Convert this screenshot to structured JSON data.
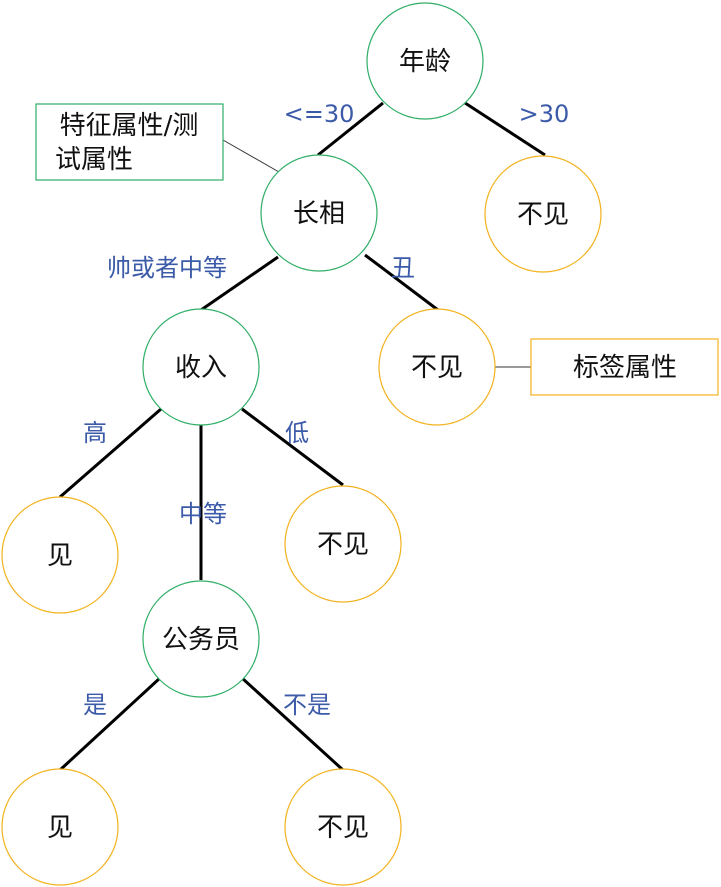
{
  "colors": {
    "feature_node_stroke": "#2fae67",
    "label_node_stroke": "#f2b21e",
    "edge": "#000000",
    "edge_label": "#3b5aa8",
    "callout_feature_stroke": "#2fae67",
    "callout_label_stroke": "#f2b21e",
    "callout_line": "#333333"
  },
  "nodes": {
    "age": "年龄",
    "looks": "长相",
    "not_see_age": "不见",
    "income": "收入",
    "not_see_looks": "不见",
    "see_income": "见",
    "not_see_income": "不见",
    "civil_servant": "公务员",
    "see_civil": "见",
    "not_see_civil": "不见"
  },
  "edges": {
    "age_le30": "<=30",
    "age_gt30": ">30",
    "looks_good": "帅或者中等",
    "looks_ugly": "丑",
    "income_high": "高",
    "income_mid": "中等",
    "income_low": "低",
    "civil_yes": "是",
    "civil_no": "不是"
  },
  "callouts": {
    "feature_line1": "特征属性/测",
    "feature_line2": "试属性",
    "label": "标签属性"
  }
}
